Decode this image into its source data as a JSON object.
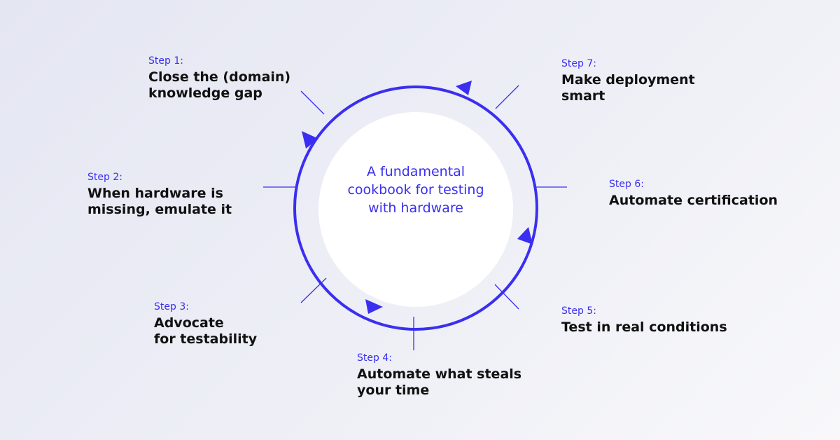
{
  "colors": {
    "accent": "#3a2ff0",
    "heading": "#111111",
    "disc": "#ffffff"
  },
  "center_label": "A fundamental cookbook for testing with hardware",
  "steps": [
    {
      "number": "Step 1:",
      "title": "Close the (domain)\nknowledge gap"
    },
    {
      "number": "Step 2:",
      "title": "When hardware is\nmissing, emulate it"
    },
    {
      "number": "Step 3:",
      "title": "Advocate\nfor testability"
    },
    {
      "number": "Step 4:",
      "title": "Automate what steals\nyour time"
    },
    {
      "number": "Step 5:",
      "title": "Test in real conditions"
    },
    {
      "number": "Step 6:",
      "title": "Automate certification"
    },
    {
      "number": "Step 7:",
      "title": "Make deployment\nsmart"
    }
  ]
}
